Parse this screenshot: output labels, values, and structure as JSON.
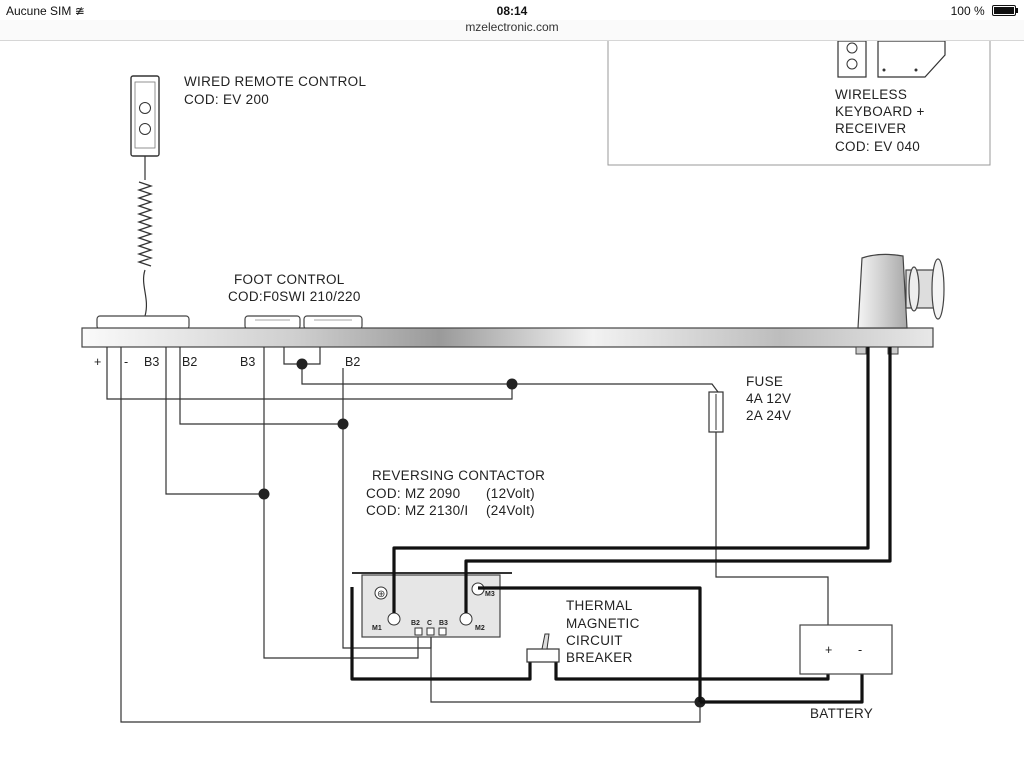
{
  "status": {
    "carrier": "Aucune SIM",
    "time": "08:14",
    "battery": "100 %"
  },
  "browser": {
    "url": "mzelectronic.com"
  },
  "diagram": {
    "wireless": {
      "line1": "WIRELESS",
      "line2": "KEYBOARD +",
      "line3": "RECEIVER",
      "code": "COD: EV 040"
    },
    "wired_remote": {
      "title": "WIRED REMOTE CONTROL",
      "code": "COD: EV 200"
    },
    "foot_control": {
      "title": "FOOT CONTROL",
      "code": "COD:F0SWI 210/220"
    },
    "terminals": [
      "+",
      "-",
      "B3",
      "B2",
      "B3",
      "B2"
    ],
    "fuse": {
      "title": "FUSE",
      "rating1": "4A 12V",
      "rating2": "2A 24V"
    },
    "contactor": {
      "title": "REVERSING CONTACTOR",
      "code1": "COD: MZ 2090",
      "volt1": "(12Volt)",
      "code2": "COD: MZ 2130/I",
      "volt2": "(24Volt)",
      "m1": "M1",
      "m2": "M2",
      "m3": "M3",
      "b2": "B2",
      "c": "C",
      "b3": "B3"
    },
    "breaker": {
      "line1": "THERMAL",
      "line2": "MAGNETIC",
      "line3": "CIRCUIT",
      "line4": "BREAKER"
    },
    "battery": {
      "label": "BATTERY",
      "plus": "+",
      "minus": "-"
    }
  }
}
